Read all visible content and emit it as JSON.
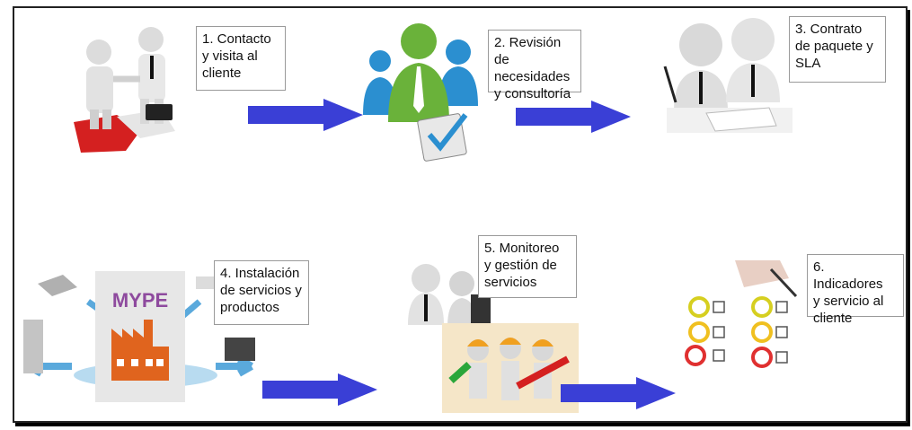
{
  "steps": [
    {
      "label": "1. Contacto\ny visita al\ncliente"
    },
    {
      "label": "2. Revisión de\nnecesidades\ny consultoría"
    },
    {
      "label": "3. Contrato\nde paquete y\nSLA"
    },
    {
      "label": "4. Instalación\nde servicios y\nproductos"
    },
    {
      "label": "5. Monitoreo\ny gestión de\nservicios"
    },
    {
      "label": "6. Indicadores\ny servicio al\ncliente"
    }
  ],
  "mype_logo": "MYPE",
  "colors": {
    "arrow": "#3a3fd6",
    "border": "#222222"
  }
}
